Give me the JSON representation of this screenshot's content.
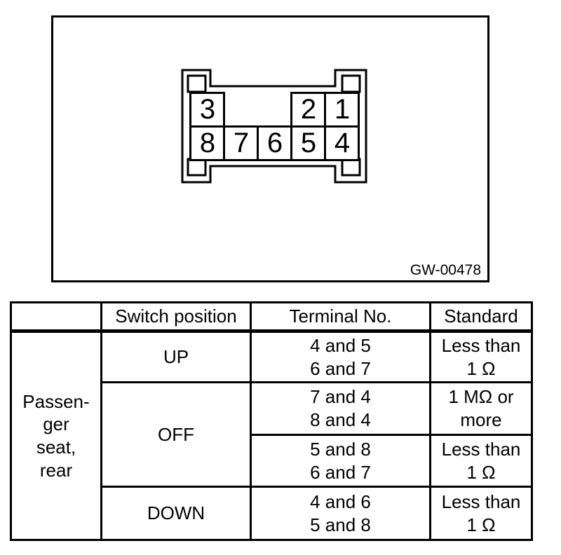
{
  "colors": {
    "ink": "#000000",
    "paper": "#ffffff"
  },
  "figure": {
    "code": "GW-00478",
    "connector": {
      "top_row": [
        "3",
        "2",
        "1"
      ],
      "bottom_row": [
        "8",
        "7",
        "6",
        "5",
        "4"
      ]
    }
  },
  "table": {
    "headers": {
      "blank": "",
      "switch_position": "Switch position",
      "terminal_no": "Terminal No.",
      "standard": "Standard"
    },
    "row_group_label": "Passen-\nger\nseat,\nrear",
    "rows": [
      {
        "position": "UP",
        "terminals": "4 and 5\n6 and 7",
        "standard": "Less than\n1 Ω"
      },
      {
        "position": "OFF",
        "terminals": "7 and 4\n8 and 4",
        "standard": "1 MΩ or\nmore"
      },
      {
        "position": "",
        "terminals": "5 and 8\n6 and 7",
        "standard": "Less than\n1 Ω"
      },
      {
        "position": "DOWN",
        "terminals": "4 and 6\n5 and 8",
        "standard": "Less than\n1 Ω"
      }
    ]
  }
}
